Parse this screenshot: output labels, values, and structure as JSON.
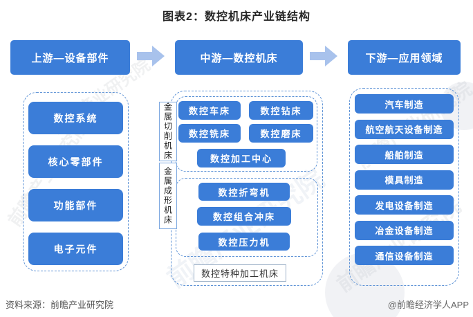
{
  "title": "图表2：数控机床产业链结构",
  "colors": {
    "box_blue": "#3b7dd8",
    "arrow_blue": "#a8c2ec",
    "dashed_border": "#5e93d6",
    "title_text": "#262626",
    "footer_text": "#555555"
  },
  "flow": {
    "upstream": {
      "header": "上游—设备部件",
      "items": [
        "数控系统",
        "核心零部件",
        "功能部件",
        "电子元件"
      ]
    },
    "midstream": {
      "header": "中游—数控机床",
      "groups": [
        {
          "side_label": "金属切削机床",
          "items": [
            "数控车床",
            "数控钻床",
            "数控铣床",
            "数控磨床",
            "数控加工中心"
          ]
        },
        {
          "side_label": "金属成形机床",
          "items": [
            "数控折弯机",
            "数控组合冲床",
            "数控压力机"
          ]
        }
      ],
      "footer_item": "数控特种加工机床"
    },
    "downstream": {
      "header": "下游—应用领域",
      "items": [
        "汽车制造",
        "航空航天设备制造",
        "船舶制造",
        "模具制造",
        "发电设备制造",
        "冶金设备制造",
        "通信设备制造"
      ]
    }
  },
  "footer": {
    "source": "资料来源：前瞻产业研究院",
    "credit": "@前瞻经济学人APP"
  },
  "watermark": {
    "text": "前瞻产业研究院"
  }
}
